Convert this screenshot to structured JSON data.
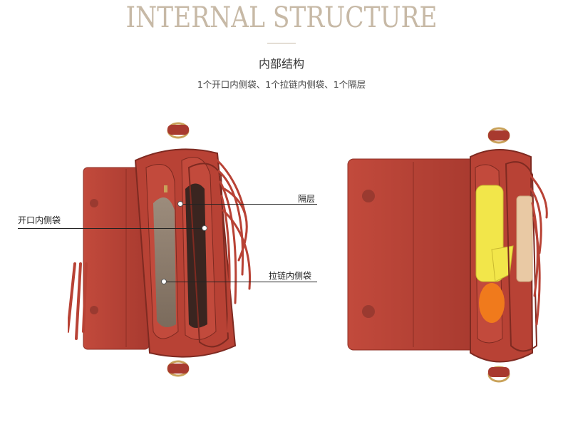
{
  "header": {
    "title": "INTERNAL STRUCTURE",
    "subtitle": "内部结构",
    "description": "1个开口内侧袋、1个拉链内侧袋、1个隔层"
  },
  "callouts": {
    "divider": "隔层",
    "open_pocket": "开口内侧袋",
    "zip_pocket": "拉链内侧袋"
  },
  "colors": {
    "title": "#c7b9a6",
    "bag_red": "#b84235",
    "gold": "#c9a25a"
  }
}
